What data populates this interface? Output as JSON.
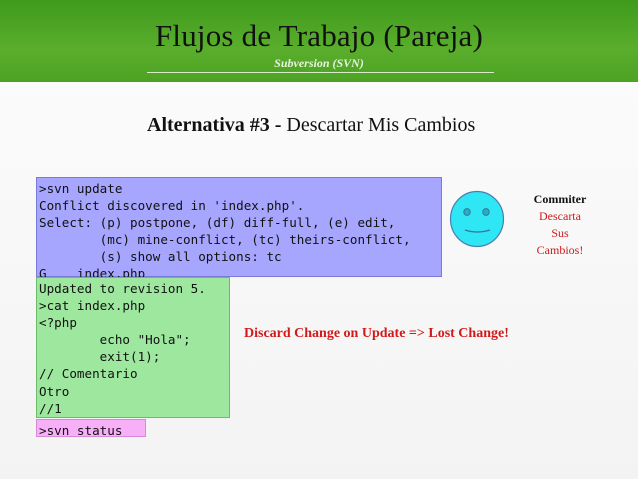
{
  "slide": {
    "title": "Flujos de Trabajo (Pareja)",
    "subtitle": "Subversion (SVN)",
    "heading_bold": "Alternativa #3 -",
    "heading_rest": " Descartar Mis Cambios"
  },
  "terminal": {
    "blue_block": ">svn update\nConflict discovered in 'index.php'.\nSelect: (p) postpone, (df) diff-full, (e) edit,\n        (mc) mine-conflict, (tc) theirs-conflict,\n        (s) show all options: tc\nG    index.php",
    "green_block": "Updated to revision 5.\n>cat index.php\n<?php\n        echo \"Hola\";\n        exit(1);\n// Comentario\nOtro\n//1",
    "pink_block": ">svn status"
  },
  "commiter": {
    "name": "Commiter",
    "line1": "Descarta",
    "line2": "Sus",
    "line3": "Cambios!"
  },
  "note": "Discard Change on Update => Lost Change!",
  "colors": {
    "header_green": "#4da224",
    "blue_block": "#a6a6ff",
    "green_block": "#9ee79e",
    "pink_block": "#f7b0f7",
    "smiley_face": "#2ee6f4",
    "note_red": "#d21a1a"
  },
  "icons": [
    "smiley-face-icon"
  ]
}
